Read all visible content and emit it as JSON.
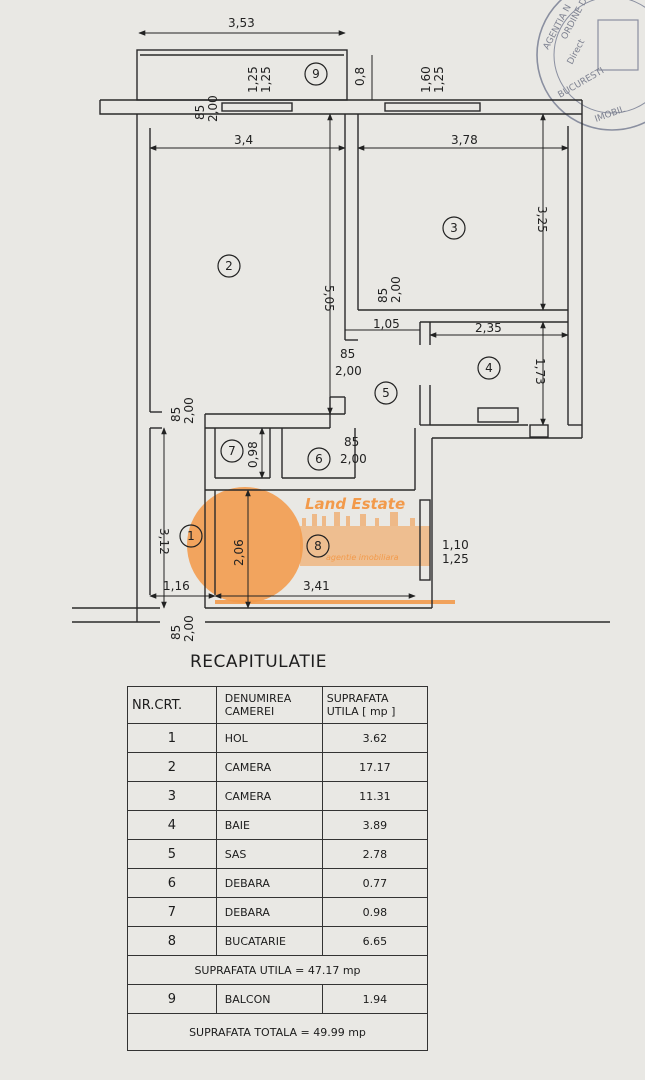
{
  "room_labels": [
    "1",
    "2",
    "3",
    "4",
    "5",
    "6",
    "7",
    "8",
    "9"
  ],
  "dimensions": {
    "balcony_width": "3,53",
    "balcony_depth": "0,8",
    "win_left": "1,25",
    "win_left_sub": "1,25",
    "win_right": "1,60",
    "win_right_sub": "1,25",
    "room2_width": "3,4",
    "room2_length": "5,05",
    "room3_width": "3,78",
    "room3_length": "3,25",
    "door_top": "85",
    "door_top_sub": "2,00",
    "door_r3": "85",
    "door_r3_sub": "2,00",
    "room4_offset": "1,05",
    "room4_width": "2,35",
    "room4_length": "1,73",
    "door_r2": "85",
    "door_r2_sub": "2,00",
    "door_left": "85",
    "door_left_sub": "2,00",
    "room7_length": "0,98",
    "door_r6": "85",
    "door_r6_sub": "2,00",
    "hall_length": "3,12",
    "kitchen_length": "2,06",
    "win_kitchen": "1,10",
    "win_kitchen_sub": "1,25",
    "hall_width": "1,16",
    "kitchen_width": "3,41",
    "door_entry": "85",
    "door_entry_sub": "2,00"
  },
  "watermark": {
    "brand": "Land Estate",
    "tagline": "agentie imobiliara"
  },
  "stamp_lines": [
    "AGENTIA N",
    "ORDINE DE",
    "Direct",
    "BUCURESTI",
    "IMOBIL"
  ],
  "recap": {
    "title": "RECAPITULATIE",
    "headers": {
      "nr": "NR.CRT.",
      "name_l1": "DENUMIREA",
      "name_l2": "CAMEREI",
      "area_l1": "SUPRAFATA",
      "area_l2": "UTILA [ mp ]"
    },
    "rows": [
      {
        "nr": "1",
        "name": "HOL",
        "area": "3.62"
      },
      {
        "nr": "2",
        "name": "CAMERA",
        "area": "17.17"
      },
      {
        "nr": "3",
        "name": "CAMERA",
        "area": "11.31"
      },
      {
        "nr": "4",
        "name": "BAIE",
        "area": "3.89"
      },
      {
        "nr": "5",
        "name": "SAS",
        "area": "2.78"
      },
      {
        "nr": "6",
        "name": "DEBARA",
        "area": "0.77"
      },
      {
        "nr": "7",
        "name": "DEBARA",
        "area": "0.98"
      },
      {
        "nr": "8",
        "name": "BUCATARIE",
        "area": "6.65"
      }
    ],
    "useful_total": "SUPRAFATA UTILA = 47.17 mp",
    "balcony": {
      "nr": "9",
      "name": "BALCON",
      "area": "1.94"
    },
    "grand_total": "SUPRAFATA TOTALA = 49.99 mp"
  }
}
